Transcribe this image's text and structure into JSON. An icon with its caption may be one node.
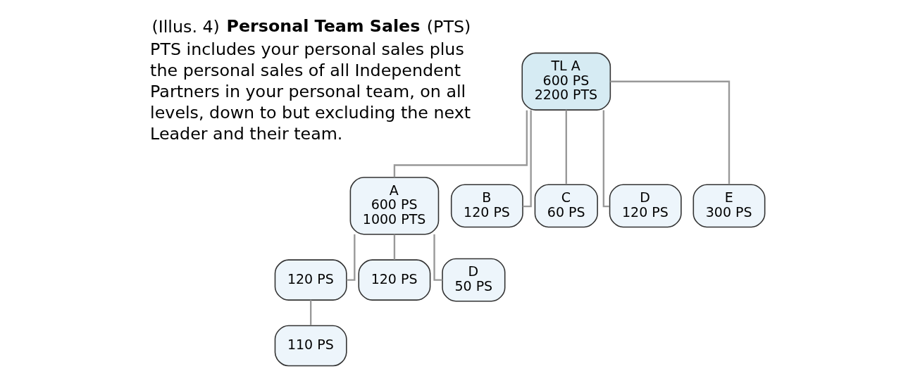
{
  "diagram": {
    "nodes": [
      {
        "text": [
          "TL A",
          "600 PS",
          "2200 PTS"
        ]
      },
      {
        "text": [
          "A",
          "600 PS",
          "1000 PTS"
        ]
      },
      {
        "text": [
          "B",
          "120 PS"
        ]
      },
      {
        "text": [
          "C",
          "60 PS"
        ]
      },
      {
        "text": [
          "D",
          "120 PS"
        ]
      },
      {
        "text": [
          "E",
          "300 PS"
        ]
      },
      {
        "text": [
          "120 PS"
        ]
      },
      {
        "text": [
          "120 PS"
        ]
      },
      {
        "text": [
          "D",
          "50 PS"
        ]
      },
      {
        "text": [
          "110 PS"
        ]
      }
    ],
    "edges": [
      {
        "from": 0,
        "to": 1,
        "arrow": "none"
      },
      {
        "from": 0,
        "to": 2,
        "arrow": "none"
      },
      {
        "from": 0,
        "to": 3,
        "arrow": "none"
      },
      {
        "from": 0,
        "to": 4,
        "arrow": "none"
      },
      {
        "from": 0,
        "to": 5,
        "arrow": "none"
      },
      {
        "from": 1,
        "to": 6,
        "arrow": "none"
      },
      {
        "from": 1,
        "to": 7,
        "arrow": "none"
      },
      {
        "from": 1,
        "to": 8,
        "arrow": "none"
      },
      {
        "from": 6,
        "to": 9,
        "arrow": "none"
      }
    ],
    "labels": [
      "(Illus. 4) **Personal Team Sales** (PTS)",
      "PTS includes your personal sales plus the personal sales of all Independent Partners in your personal team, on all levels, down to but excluding the next Leader and their team."
    ]
  }
}
